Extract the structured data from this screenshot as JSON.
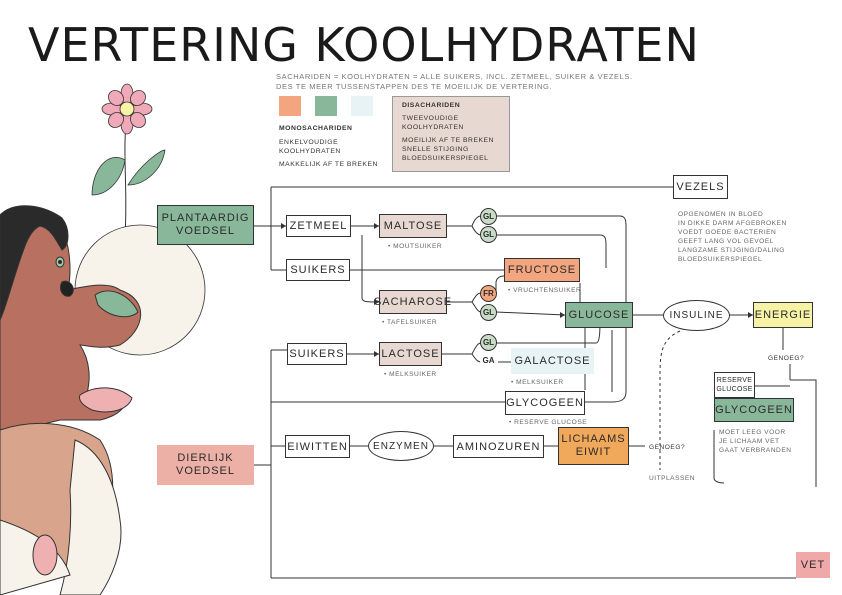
{
  "title": "VERTERING KOOLHYDRATEN",
  "subtitle": {
    "line1": "SACHARIDEN = KOOLHYDRATEN = ALLE SUIKERS, INCL. ZETMEEL, SUIKER & VEZELS.",
    "line2": "DES TE MEER TUSSENSTAPPEN DES TE MOEILIJK DE VERTERING."
  },
  "legend": {
    "mono_heading": "MONOSACHARIDEN",
    "mono_line1": "ENKELVOUDIGE",
    "mono_line2": "KOOLHYDRATEN",
    "mono_line3": "MAKKELIJK AF TE BREKEN",
    "di_heading": "DISACHARIDEN",
    "di_line1": "TWEEVOUDIGE",
    "di_line2": "KOOLHYDRATEN",
    "di_line3": "MOEILIJK AF TE BREKEN",
    "di_line4": "SNELLE STIJGING",
    "di_line5": "BLOEDSUIKERSPIEGEL",
    "colors": {
      "swatch1": "#f2a57e",
      "swatch2": "#89b79a",
      "swatch3": "#e8f3f6",
      "di_bg": "#e8d8d2"
    }
  },
  "nodes": {
    "plantaardig_1": "PLANTAARDIG",
    "plantaardig_2": "VOEDSEL",
    "zetmeel": "ZETMEEL",
    "suikers_top": "SUIKERS",
    "maltose": "MALTOSE",
    "moutsuiker": "• MOUTSUIKER",
    "sacharose": "SACHAROSE",
    "tafelsuiker": "• TAFELSUIKER",
    "fructose": "FRUCTOSE",
    "vruchtensuiker": "• VRUCHTENSUIKER",
    "glucose": "GLUCOSE",
    "insuline": "INSULINE",
    "energie": "ENERGIE",
    "vezels": "VEZELS",
    "vezels_note": [
      "OPGENOMEN IN BLOED",
      "IN DIKKE DARM AFGEBROKEN",
      "VOEDT GOEDE BACTERIEN",
      "GEEFT LANG VOL GEVOEL",
      "LANGZAME STIJGING/DALING",
      "BLOEDSUIKERSPIEGEL"
    ],
    "suikers_bottom": "SUIKERS",
    "lactose": "LACTOSE",
    "melksuiker1": "• MELKSUIKER",
    "galactose": "GALACTOSE",
    "melksuiker2": "• MELKSUIKER",
    "glycogeen_mid": "GLYCOGEEN",
    "reserve_glucose_note": "• RESERVE GLUCOSE",
    "genoeg1": "GENOEG?",
    "reserve_1": "RESERVE",
    "reserve_2": "GLUCOSE",
    "glycogeen_right": "GLYCOGEEN",
    "vet_note": [
      "MOET LEEG VOOR",
      "JE LICHAAM VET",
      "GAAT VERBRANDEN"
    ],
    "dierlijk_1": "DIERLIJK",
    "dierlijk_2": "VOEDSEL",
    "eiwitten": "EIWITTEN",
    "enzymen": "ENZYMEN",
    "aminozuren": "AMINOZUREN",
    "lichaams_1": "LICHAAMS",
    "lichaams_2": "EIWIT",
    "genoeg2": "GENOEG?",
    "uitplassen": "UITPLASSEN",
    "vet": "VET",
    "gl1": "GL",
    "gl2": "GL",
    "fr": "FR",
    "gl3": "GL",
    "gl4": "GL",
    "ga": "GA"
  }
}
